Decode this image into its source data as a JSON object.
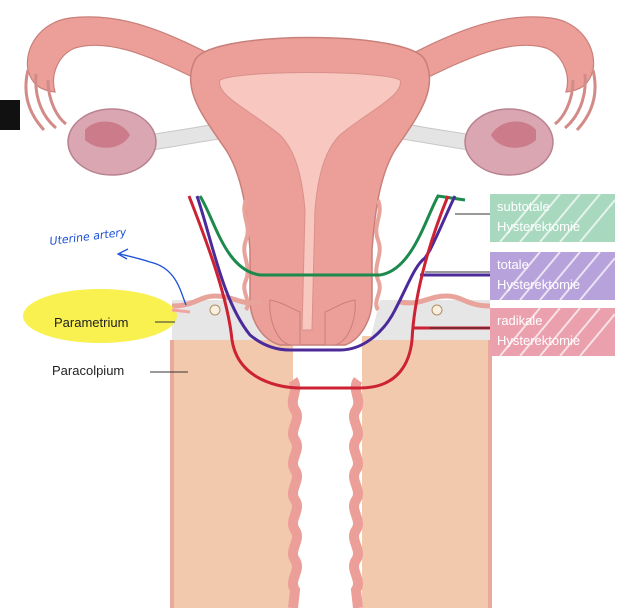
{
  "annotation": {
    "handwritten_note": "Uterine artery"
  },
  "labels": {
    "parametrium": "Parametrium",
    "paracolpium": "Paracolpium"
  },
  "legend": [
    {
      "line1": "subtotale",
      "line2": "Hysterektomie",
      "color": "#a8d9bf",
      "line_color": "#1b8a4c"
    },
    {
      "line1": "totale",
      "line2": "Hysterektomie",
      "color": "#b8a2dc",
      "line_color": "#4b2a9a"
    },
    {
      "line1": "radikale",
      "line2": "Hysterektomie",
      "color": "#eba0ae",
      "line_color": "#cc2233"
    }
  ],
  "colors": {
    "uterus": "#ec9f99",
    "uterus_inner": "#e58e89",
    "ovary": "#d9a6b2",
    "tissue": "#f3c9ad",
    "parametrium_band": "#e6e6e6",
    "highlight": "#f7ef3c",
    "annotation_ink": "#1b4fd6"
  }
}
